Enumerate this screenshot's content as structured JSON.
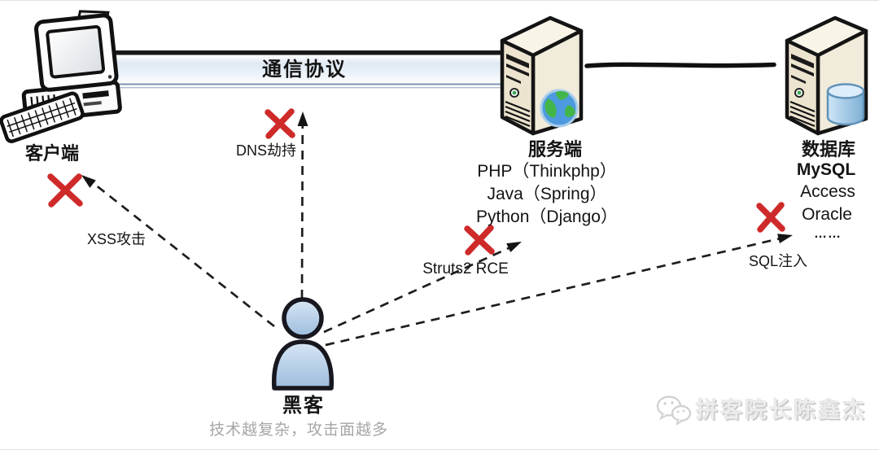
{
  "nodes": {
    "client": {
      "label": "客户端"
    },
    "protocol": {
      "label": "通信协议"
    },
    "server": {
      "label": "服务端",
      "stack": [
        "PHP（Thinkphp）",
        "Java（Spring）",
        "Python（Django）"
      ]
    },
    "database": {
      "label": "数据库",
      "systems": [
        "MySQL",
        "Access",
        "Oracle",
        "……"
      ]
    },
    "hacker": {
      "label": "黑客"
    }
  },
  "attacks": {
    "xss": "XSS攻击",
    "dns": "DNS劫持",
    "struts2": "Struts2 RCE",
    "sql": "SQL注入"
  },
  "caption": "技术越复杂，攻击面越多",
  "watermark": "拼客院长陈鑫杰",
  "colors": {
    "cross_red": "#cf2a2a",
    "bar_edge_black": "#181818",
    "bar_fill_blue": "#dfe9f4",
    "hacker_fill": "#a9c4e2",
    "caption_gray": "#a6a6a6",
    "watermark_gray": "#d6d6d6"
  }
}
